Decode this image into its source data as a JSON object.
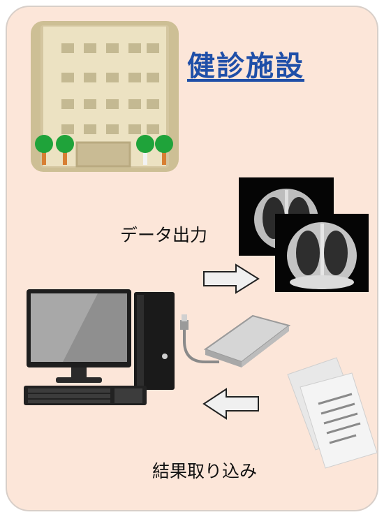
{
  "facility": {
    "title": "健診施設"
  },
  "flow": {
    "export_label": "データ出力",
    "import_label": "結果取り込み"
  },
  "icons": {
    "building": "hospital-building-icon",
    "xray": "chest-xray-image-icon",
    "computer": "desktop-computer-icon",
    "drive": "external-hard-drive-icon",
    "documents": "paper-documents-icon",
    "arrow_export": "arrow-right-icon",
    "arrow_import": "arrow-left-icon"
  },
  "colors": {
    "panel_bg": "#fce6d9",
    "title": "#1f4fa8",
    "building_wall": "#e9dcb6",
    "tree": "#1fa33a"
  }
}
